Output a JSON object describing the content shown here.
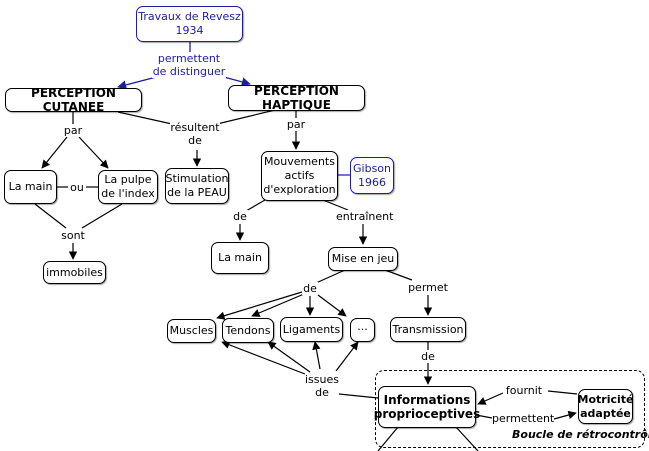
{
  "nodes": {
    "revesz": "Travaux de Revesz\n1934",
    "perception_cutanee": "PERCEPTION CUTANEE",
    "perception_haptique": "PERCEPTION HAPTIQUE",
    "cutanee_main": "La main",
    "pulpe_index": "La pulpe\nde l'index",
    "stimulation_peau": "Stimulation\nde la PEAU",
    "mouvements": "Mouvements\nactifs\nd'exploration",
    "gibson": "Gibson\n1966",
    "immobiles": "immobiles",
    "haptique_main": "La main",
    "mise_en_jeu": "Mise en jeu",
    "muscles": "Muscles",
    "tendons": "Tendons",
    "ligaments": "Ligaments",
    "etc": "···",
    "transmission": "Transmission",
    "informations": "Informations\nproprioceptives",
    "motricite": "Motricité\nadaptée"
  },
  "labels": {
    "permettent": "permettent\nde distinguer",
    "par_cutanee": "par",
    "ou": "ou",
    "resultent": "résultent\nde",
    "par_haptique": "par",
    "sont": "sont",
    "de_mouvements": "de",
    "entrainent": "entraînent",
    "de_mise": "de",
    "permet": "permet",
    "de_transmission": "de",
    "issues_de": "issues\nde",
    "fournit": "fournit",
    "permettent2": "permettent"
  },
  "feedback_loop_title": "Boucle de rétrocontrôle",
  "colors": {
    "link": "#000000",
    "blue_link": "#1c1ca8",
    "blue_text": "#1c1ca8"
  }
}
